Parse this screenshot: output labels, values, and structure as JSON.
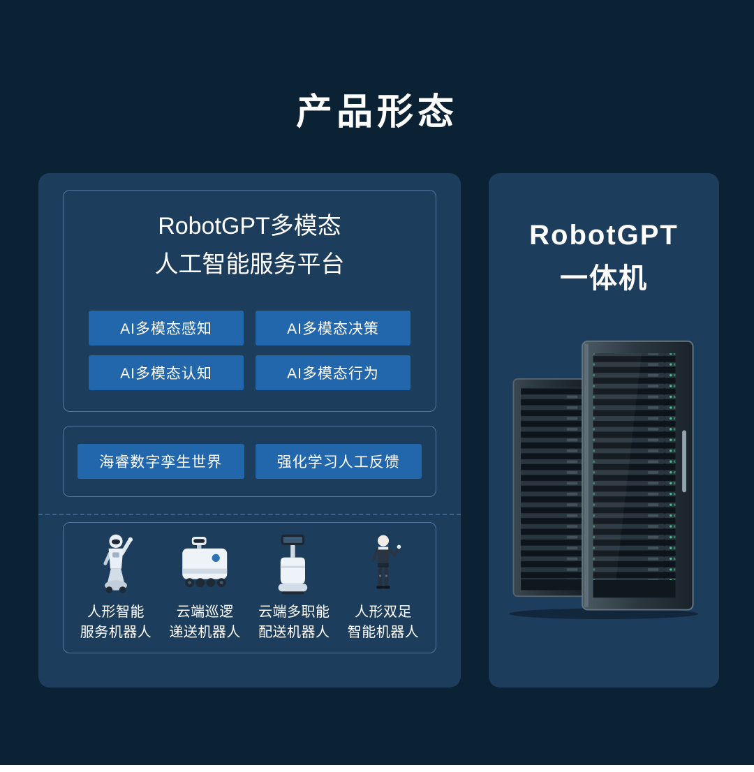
{
  "page": {
    "title": "产品形态"
  },
  "left_panel": {
    "platform_title_line1": "RobotGPT多模态",
    "platform_title_line2": "人工智能服务平台",
    "modules": [
      "AI多模态感知",
      "AI多模态决策",
      "AI多模态认知",
      "AI多模态行为"
    ],
    "capabilities": [
      "海睿数字孪生世界",
      "强化学习人工反馈"
    ],
    "robots": [
      {
        "line1": "人形智能",
        "line2": "服务机器人"
      },
      {
        "line1": "云端巡逻",
        "line2": "递送机器人"
      },
      {
        "line1": "云端多职能",
        "line2": "配送机器人"
      },
      {
        "line1": "人形双足",
        "line2": "智能机器人"
      }
    ]
  },
  "right_panel": {
    "title_line1": "RobotGPT",
    "title_line2": "一体机"
  },
  "colors": {
    "background": "#0b2134",
    "panel": "#1d3d5c",
    "accent_button": "#2266ac",
    "box_border": "#54789c",
    "dashed_divider": "#3e6388",
    "footer_bar": "#ffffff"
  }
}
